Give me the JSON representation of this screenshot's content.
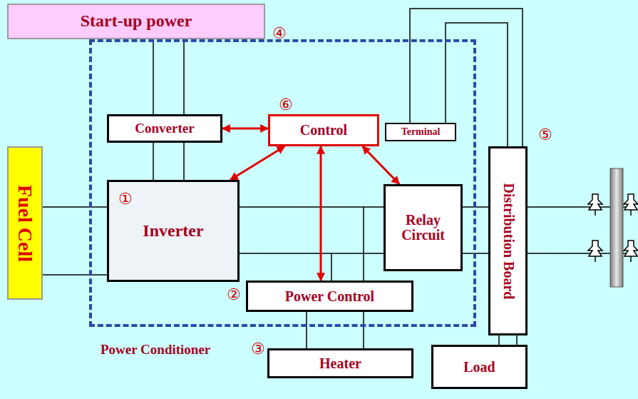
{
  "diagram": {
    "nodes": [
      {
        "text": [
          "Start-up power"
        ]
      },
      {
        "text": [
          "Power Conditioner"
        ]
      },
      {
        "text": [
          "Converter"
        ],
        "in": 1
      },
      {
        "text": [
          "Control"
        ],
        "in": 1
      },
      {
        "text": [
          "Terminal"
        ],
        "in": 1
      },
      {
        "text": [
          "Fuel Cell"
        ]
      },
      {
        "text": [
          "Inverter"
        ],
        "in": 1
      },
      {
        "text": [
          "Relay Circuit"
        ],
        "in": 1
      },
      {
        "text": [
          "Distribution Board"
        ]
      },
      {
        "text": [
          "Power Control"
        ],
        "in": 1
      },
      {
        "text": [
          "Heater"
        ]
      },
      {
        "text": [
          "Load"
        ]
      }
    ],
    "edges": [
      {
        "from": 0,
        "to": 2,
        "arrow": "none"
      },
      {
        "from": 2,
        "to": 6,
        "arrow": "none"
      },
      {
        "from": 5,
        "to": 6,
        "arrow": "none"
      },
      {
        "from": 6,
        "to": 7,
        "arrow": "none"
      },
      {
        "from": 7,
        "to": 8,
        "arrow": "none"
      },
      {
        "from": 4,
        "to": 8,
        "arrow": "none"
      },
      {
        "from": 9,
        "to": 10,
        "arrow": "none"
      },
      {
        "from": 8,
        "to": 11,
        "arrow": "none"
      },
      {
        "from": 2,
        "to": 3,
        "arrow": "both"
      },
      {
        "from": 3,
        "to": 6,
        "arrow": "both"
      },
      {
        "from": 3,
        "to": 9,
        "arrow": "both"
      },
      {
        "from": 3,
        "to": 7,
        "arrow": "both"
      }
    ],
    "labels": [
      "①",
      "②",
      "③",
      "④",
      "⑤",
      "⑥"
    ]
  }
}
